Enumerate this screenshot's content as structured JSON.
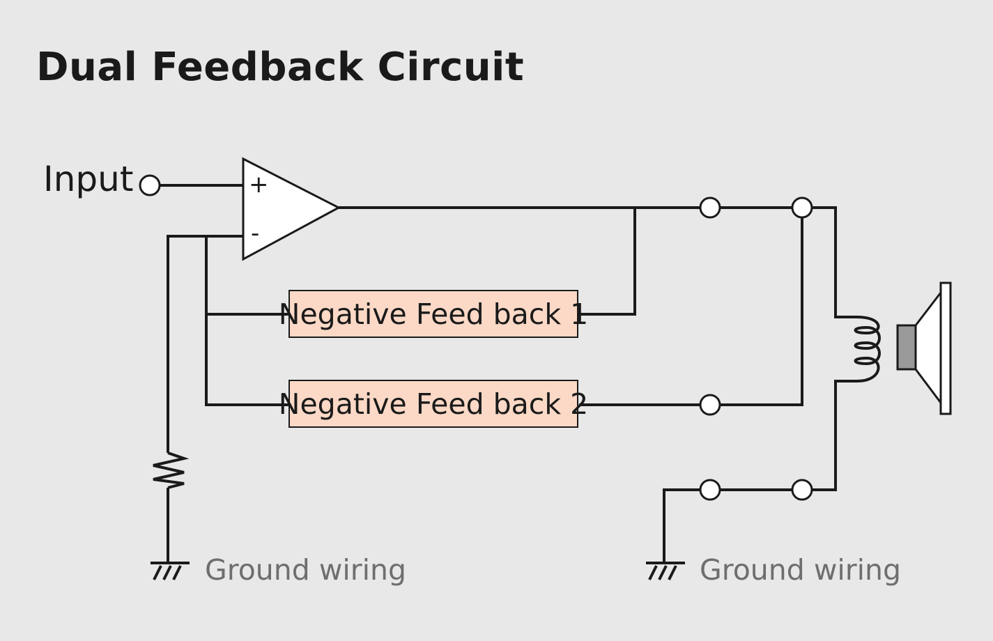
{
  "title": "Dual Feedback Circuit",
  "input_label": "Input",
  "amplifier": {
    "plus_sign": "+",
    "minus_sign": "-"
  },
  "feedback_1": "Negative Feed back 1",
  "feedback_2": "Negative Feed back 2",
  "ground_left": "Ground wiring",
  "ground_right": "Ground wiring",
  "colors": {
    "background": "#e8e8e8",
    "wire": "#1a1a1a",
    "feedback_box": "#fbd9c6",
    "ground_text": "#6e6e6e",
    "speaker_magnet": "#9a9a9a"
  }
}
